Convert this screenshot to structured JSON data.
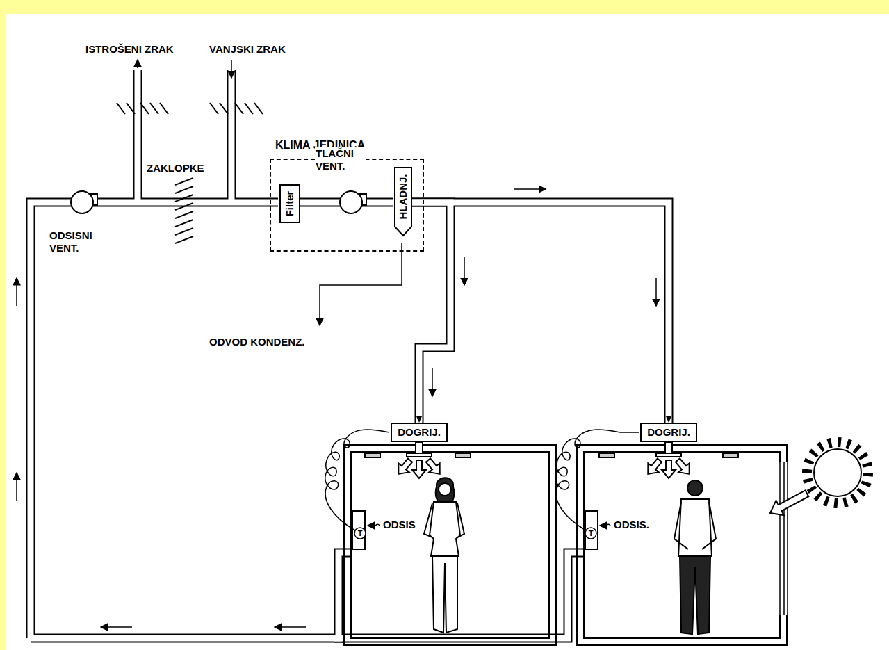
{
  "diagram": {
    "nodes": [
      {
        "text": [
          "KLIMA JEDINICA"
        ]
      },
      {
        "text": [
          "Filter"
        ],
        "in": 0
      },
      {
        "text": [
          "HLADNJ."
        ],
        "in": 0
      },
      {
        "text": [
          "DOGRIJ."
        ]
      },
      {
        "text": [
          "DOGRIJ."
        ]
      }
    ],
    "edges": [
      {
        "from": 2,
        "to": 3,
        "arrow": "to"
      },
      {
        "from": 2,
        "to": 4,
        "arrow": "to"
      }
    ],
    "labels": [
      "ISTROŠENI ZRAK",
      "VANJSKI ZRAK",
      "ZAKLOPKE",
      "TLAČNI VENT.",
      "ODSISNI VENT.",
      "ODVOD KONDENZ.",
      "T",
      "T",
      "ODSIS",
      "ODSIS."
    ]
  }
}
